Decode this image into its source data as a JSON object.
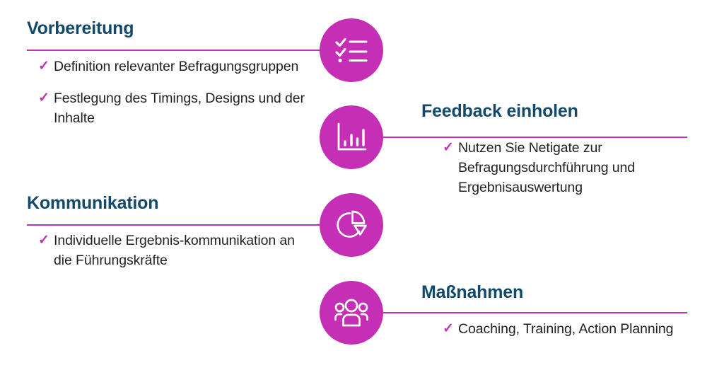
{
  "theme": {
    "accent_pink": "#c42fb5",
    "title_navy": "#12496b",
    "body_text": "#231f20",
    "background": "#ffffff"
  },
  "check_glyph": "✓",
  "sections": [
    {
      "id": "vorbereitung",
      "title": "Vorbereitung",
      "side": "left",
      "icon": "checklist-icon",
      "bullets": [
        "Definition relevanter Befragungsgruppen",
        "Festlegung des Timings, Designs und der Inhalte"
      ]
    },
    {
      "id": "feedback-einholen",
      "title": "Feedback einholen",
      "side": "right",
      "icon": "bar-chart-icon",
      "bullets": [
        "Nutzen Sie Netigate zur Befragungsdurchführung und Ergebnisauswertung"
      ]
    },
    {
      "id": "kommunikation",
      "title": "Kommunikation",
      "side": "left",
      "icon": "pie-chart-icon",
      "bullets": [
        "Individuelle Ergebnis-kommunikation an die Führungskräfte"
      ]
    },
    {
      "id": "massnahmen",
      "title": "Maßnahmen",
      "side": "right",
      "icon": "people-group-icon",
      "bullets": [
        "Coaching, Training, Action Planning"
      ]
    }
  ]
}
